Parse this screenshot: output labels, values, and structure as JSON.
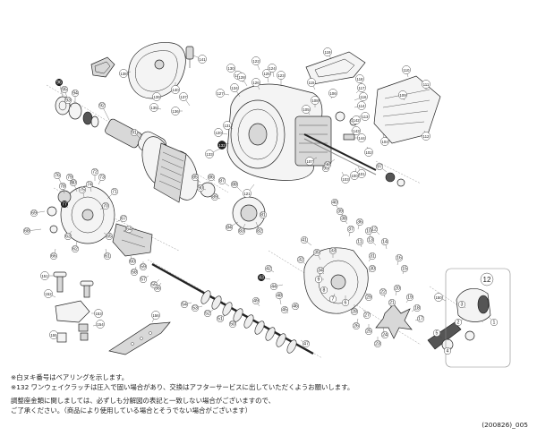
{
  "callouts": [
    {
      "id": "p96",
      "text": "96",
      "dark": true
    },
    {
      "id": "p95",
      "text": "95"
    },
    {
      "id": "p94",
      "text": "94"
    },
    {
      "id": "p93",
      "text": "93"
    },
    {
      "id": "p92",
      "text": "92"
    },
    {
      "id": "p91",
      "text": "91"
    },
    {
      "id": "p138",
      "text": "138"
    },
    {
      "id": "p139",
      "text": "139"
    },
    {
      "id": "p140",
      "text": "140"
    },
    {
      "id": "p141",
      "text": "141"
    },
    {
      "id": "p137",
      "text": "137"
    },
    {
      "id": "p136",
      "text": "136"
    },
    {
      "id": "p135",
      "text": "135"
    },
    {
      "id": "p134",
      "text": "134"
    },
    {
      "id": "p133",
      "text": "133"
    },
    {
      "id": "p132",
      "text": "132",
      "dark": true
    },
    {
      "id": "p131",
      "text": "131"
    },
    {
      "id": "p130",
      "text": "130"
    },
    {
      "id": "p129",
      "text": "129"
    },
    {
      "id": "p128",
      "text": "128"
    },
    {
      "id": "p127",
      "text": "127"
    },
    {
      "id": "p126",
      "text": "126"
    },
    {
      "id": "p125",
      "text": "125"
    },
    {
      "id": "p124",
      "text": "124"
    },
    {
      "id": "p123",
      "text": "123"
    },
    {
      "id": "p122",
      "text": "122"
    },
    {
      "id": "p121",
      "text": "121"
    },
    {
      "id": "p120",
      "text": "120"
    },
    {
      "id": "p119",
      "text": "119"
    },
    {
      "id": "p118",
      "text": "118"
    },
    {
      "id": "p117",
      "text": "117"
    },
    {
      "id": "p116",
      "text": "116"
    },
    {
      "id": "p115",
      "text": "115"
    },
    {
      "id": "p114",
      "text": "114"
    },
    {
      "id": "p113",
      "text": "113"
    },
    {
      "id": "p112",
      "text": "112"
    },
    {
      "id": "p111",
      "text": "111"
    },
    {
      "id": "p110",
      "text": "110"
    },
    {
      "id": "p109",
      "text": "109"
    },
    {
      "id": "p108",
      "text": "108"
    },
    {
      "id": "p107",
      "text": "107"
    },
    {
      "id": "p106",
      "text": "106"
    },
    {
      "id": "p105",
      "text": "105"
    },
    {
      "id": "p104",
      "text": "104"
    },
    {
      "id": "p103",
      "text": "103"
    },
    {
      "id": "p102",
      "text": "102"
    },
    {
      "id": "p101",
      "text": "101"
    },
    {
      "id": "p100",
      "text": "100"
    },
    {
      "id": "p99",
      "text": "99"
    },
    {
      "id": "p98",
      "text": "98"
    },
    {
      "id": "p97",
      "text": "97"
    },
    {
      "id": "p90",
      "text": "90"
    },
    {
      "id": "p89",
      "text": "89"
    },
    {
      "id": "p88",
      "text": "88"
    },
    {
      "id": "p87",
      "text": "87"
    },
    {
      "id": "p86",
      "text": "86"
    },
    {
      "id": "p85",
      "text": "85"
    },
    {
      "id": "p84",
      "text": "84"
    },
    {
      "id": "p83",
      "text": "83"
    },
    {
      "id": "p82",
      "text": "82"
    },
    {
      "id": "p81",
      "text": "81"
    },
    {
      "id": "p80",
      "text": "80"
    },
    {
      "id": "p79",
      "text": "79"
    },
    {
      "id": "p78",
      "text": "78"
    },
    {
      "id": "p77",
      "text": "77",
      "dark": true
    },
    {
      "id": "p76",
      "text": "76"
    },
    {
      "id": "p75",
      "text": "75"
    },
    {
      "id": "p74",
      "text": "74"
    },
    {
      "id": "p73",
      "text": "73"
    },
    {
      "id": "p72",
      "text": "72"
    },
    {
      "id": "p71",
      "text": "71"
    },
    {
      "id": "p70",
      "text": "70"
    },
    {
      "id": "p69",
      "text": "69"
    },
    {
      "id": "p68",
      "text": "68"
    },
    {
      "id": "p67",
      "text": "67"
    },
    {
      "id": "p66",
      "text": "66"
    },
    {
      "id": "p65",
      "text": "65"
    },
    {
      "id": "p64",
      "text": "64"
    },
    {
      "id": "p63",
      "text": "63"
    },
    {
      "id": "p62",
      "text": "62"
    },
    {
      "id": "p61",
      "text": "61"
    },
    {
      "id": "p60",
      "text": "60"
    },
    {
      "id": "p59",
      "text": "59"
    },
    {
      "id": "p58",
      "text": "58"
    },
    {
      "id": "p57",
      "text": "57"
    },
    {
      "id": "p56",
      "text": "56"
    },
    {
      "id": "p55",
      "text": "55"
    },
    {
      "id": "p54",
      "text": "54"
    },
    {
      "id": "p53",
      "text": "53"
    },
    {
      "id": "p52",
      "text": "52"
    },
    {
      "id": "p51",
      "text": "51"
    },
    {
      "id": "p50",
      "text": "50"
    },
    {
      "id": "p49",
      "text": "49"
    },
    {
      "id": "p48",
      "text": "48"
    },
    {
      "id": "p47",
      "text": "47"
    },
    {
      "id": "p46",
      "text": "46"
    },
    {
      "id": "p45",
      "text": "45"
    },
    {
      "id": "p44",
      "text": "44"
    },
    {
      "id": "p43",
      "text": "43",
      "dark": true
    },
    {
      "id": "p42",
      "text": "42"
    },
    {
      "id": "p41",
      "text": "41"
    },
    {
      "id": "p40",
      "text": "40"
    },
    {
      "id": "p39",
      "text": "39"
    },
    {
      "id": "p38",
      "text": "38"
    },
    {
      "id": "p37",
      "text": "37"
    },
    {
      "id": "p36",
      "text": "36"
    },
    {
      "id": "p35",
      "text": "35"
    },
    {
      "id": "p34",
      "text": "34"
    },
    {
      "id": "p33",
      "text": "33"
    },
    {
      "id": "p32",
      "text": "32"
    },
    {
      "id": "p31",
      "text": "31"
    },
    {
      "id": "p30",
      "text": "30"
    },
    {
      "id": "p29",
      "text": "29"
    },
    {
      "id": "p28",
      "text": "28"
    },
    {
      "id": "p27",
      "text": "27"
    },
    {
      "id": "p26",
      "text": "26"
    },
    {
      "id": "p25",
      "text": "25"
    },
    {
      "id": "p24",
      "text": "24"
    },
    {
      "id": "p23",
      "text": "23"
    },
    {
      "id": "p22",
      "text": "22"
    },
    {
      "id": "p21",
      "text": "21"
    },
    {
      "id": "p20",
      "text": "20"
    },
    {
      "id": "p19",
      "text": "19"
    },
    {
      "id": "p18",
      "text": "18"
    },
    {
      "id": "p17",
      "text": "17"
    },
    {
      "id": "p16",
      "text": "16"
    },
    {
      "id": "p15",
      "text": "15"
    },
    {
      "id": "p14",
      "text": "14"
    },
    {
      "id": "p13",
      "text": "13"
    },
    {
      "id": "p12",
      "text": "12"
    },
    {
      "id": "p11",
      "text": "11"
    },
    {
      "id": "p10",
      "text": "10"
    },
    {
      "id": "p9",
      "text": "9"
    },
    {
      "id": "p8",
      "text": "8"
    },
    {
      "id": "p7",
      "text": "7"
    },
    {
      "id": "p6",
      "text": "6"
    },
    {
      "id": "p5",
      "text": "5"
    },
    {
      "id": "p4",
      "text": "4"
    },
    {
      "id": "p3",
      "text": "3"
    },
    {
      "id": "p2",
      "text": "2"
    },
    {
      "id": "p1",
      "text": "1"
    },
    {
      "id": "p142",
      "text": "142"
    },
    {
      "id": "p143",
      "text": "143"
    },
    {
      "id": "p144",
      "text": "144"
    },
    {
      "id": "p150",
      "text": "150"
    },
    {
      "id": "p151",
      "text": "151"
    },
    {
      "id": "p152",
      "text": "152"
    },
    {
      "id": "p153",
      "text": "153"
    },
    {
      "id": "p154",
      "text": "154"
    },
    {
      "id": "p155",
      "text": "155"
    },
    {
      "id": "p156",
      "text": "156"
    },
    {
      "id": "pk12",
      "text": "12",
      "big": true
    }
  ],
  "notes": {
    "line1": "※白ヌキ番号はベアリングを示します。",
    "line2": "※132 ワンウェイクラッチは圧入で固い場合があり、交換はアフターサービスに出していただくようお願いします。",
    "line3": "調整座金類に関しましては、必ずしも分解図の表記と一致しない場合がございますので、",
    "line4": "ご了承ください。（商品により使用している場合とそうでない場合がございます）"
  },
  "reference_code": "(200826)_005"
}
